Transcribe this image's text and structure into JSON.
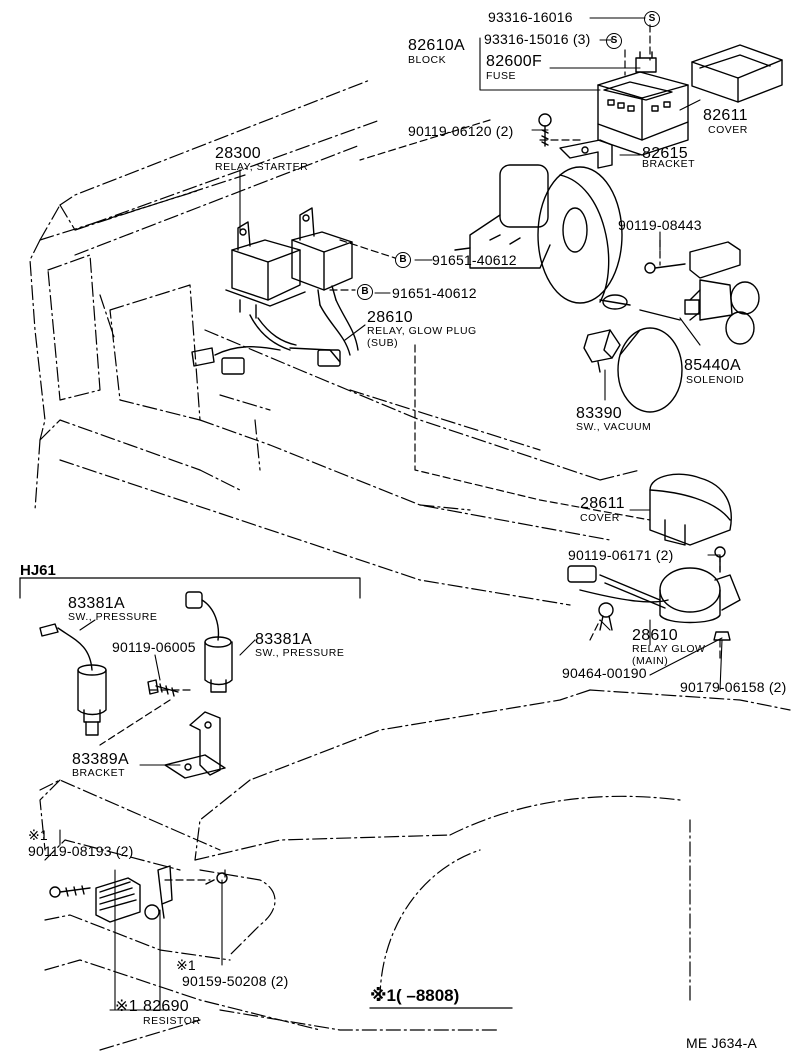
{
  "section_label": "HJ61",
  "footnote": "※1(     –8808)",
  "page_code": "ME  J634-A",
  "legend_marks": {
    "s": "S",
    "b": "B",
    "star1": "※1"
  },
  "parts": {
    "p1": {
      "number": "93316-16016"
    },
    "p2": {
      "number": "93316-15016 (3)"
    },
    "p3": {
      "number": "82610A",
      "name": "BLOCK"
    },
    "p4": {
      "number": "82600F",
      "name": "FUSE"
    },
    "p5": {
      "number": "82611",
      "name": "COVER"
    },
    "p6": {
      "number": "90119-06120 (2)"
    },
    "p7": {
      "number": "28300",
      "name": "RELAY, STARTER"
    },
    "p8": {
      "number": "82615",
      "name": "BRACKET"
    },
    "p9": {
      "number": "90119-08443"
    },
    "p10": {
      "number": "91651-40612"
    },
    "p11": {
      "number": "91651-40612"
    },
    "p12": {
      "number": "28610",
      "name": "RELAY, GLOW PLUG",
      "sub": "(SUB)"
    },
    "p13": {
      "number": "85440A",
      "name": "SOLENOID"
    },
    "p14": {
      "number": "83390",
      "name": "SW., VACUUM"
    },
    "p15": {
      "number": "28611",
      "name": "COVER"
    },
    "p16": {
      "number": "90119-06171 (2)"
    },
    "p17": {
      "number": "28610",
      "name": "RELAY GLOW",
      "sub": "(MAIN)"
    },
    "p18": {
      "number": "90464-00190"
    },
    "p19": {
      "number": "90179-06158 (2)"
    },
    "p20": {
      "number": "83381A",
      "name": "SW., PRESSURE"
    },
    "p21": {
      "number": "90119-06005"
    },
    "p22": {
      "number": "83381A",
      "name": "SW., PRESSURE"
    },
    "p23": {
      "number": "83389A",
      "name": "BRACKET"
    },
    "p24": {
      "number": "90119-08193 (2)"
    },
    "p25": {
      "number": "90159-50208 (2)"
    },
    "p26": {
      "number": "82690",
      "name": "RESISTOR"
    }
  }
}
